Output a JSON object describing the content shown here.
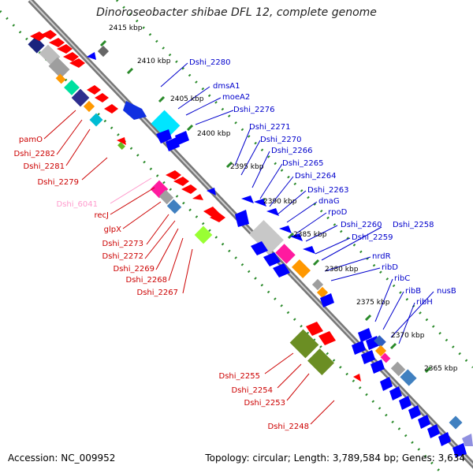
{
  "title": "Dinoroseobacter shibae DFL 12, complete genome",
  "footer": {
    "accession": "Accession: NC_009952",
    "topology": "Topology: circular; Length: 3,789,584 bp; Genes: 3,634"
  },
  "kbp_ticks": [
    "2415 kbp",
    "2410 kbp",
    "2405 kbp",
    "2400 kbp",
    "2395 kbp",
    "2390 kbp",
    "2385 kbp",
    "2380 kbp",
    "2375 kbp",
    "2370 kbp",
    "2365 kbp"
  ],
  "gene_labels_right": [
    "Dshi_2280",
    "dmsA1",
    "moeA2",
    "Dshi_2276",
    "Dshi_2271",
    "Dshi_2270",
    "Dshi_2266",
    "Dshi_2265",
    "Dshi_2264",
    "Dshi_2263",
    "dnaG",
    "rpoD",
    "Dshi_2260",
    "Dshi_2258",
    "Dshi_2259",
    "nrdR",
    "ribD",
    "ribC",
    "ribB",
    "nusB",
    "ribH"
  ],
  "gene_labels_left": [
    "pamO",
    "Dshi_2282",
    "Dshi_2281",
    "Dshi_2279",
    "Dshi_6041",
    "recJ",
    "glpX",
    "Dshi_2273",
    "Dshi_2272",
    "Dshi_2269",
    "Dshi_2268",
    "Dshi_2267",
    "Dshi_2255",
    "Dshi_2254",
    "Dshi_2253",
    "Dshi_2248"
  ],
  "colors": {
    "forward_cds": "#ff0000",
    "reverse_cds": "#0000ff",
    "right_label": "#0000cc",
    "left_label": "#cc0000",
    "pink_label": "#ff99cc",
    "backbone": "#888888",
    "dotted_track": "#2a8a2a"
  }
}
